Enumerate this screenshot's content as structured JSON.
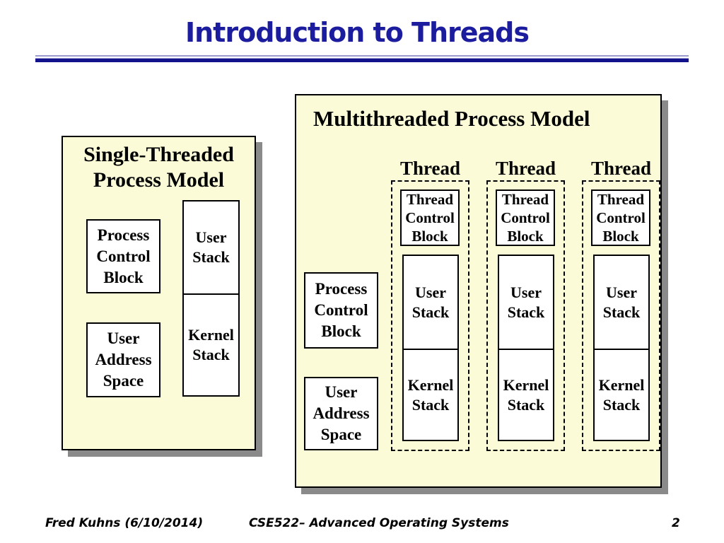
{
  "title": "Introduction to Threads",
  "colors": {
    "title_navy": "#1c1c9e",
    "rule_light": "#9a9ace",
    "rule_dark": "#12128c",
    "panel_fill": "#fbfbd8",
    "panel_border": "#000000",
    "shadow_gray": "#8a8a8a",
    "box_fill": "#ffffff",
    "ink": "#000000"
  },
  "single_threaded": {
    "title": "Single-Threaded Process Model",
    "process_control_block": "Process Control Block",
    "user_address_space": "User Address Space",
    "user_stack": "User Stack",
    "kernel_stack": "Kernel Stack"
  },
  "multithreaded": {
    "title": "Multithreaded Process Model",
    "process_control_block": "Process Control Block",
    "user_address_space": "User Address Space",
    "threads": [
      {
        "header": "Thread",
        "control_block": "Thread Control Block",
        "user_stack": "User Stack",
        "kernel_stack": "Kernel Stack"
      },
      {
        "header": "Thread",
        "control_block": "Thread Control Block",
        "user_stack": "User Stack",
        "kernel_stack": "Kernel Stack"
      },
      {
        "header": "Thread",
        "control_block": "Thread Control Block",
        "user_stack": "User Stack",
        "kernel_stack": "Kernel Stack"
      }
    ]
  },
  "footer": {
    "author": "Fred Kuhns (6/10/2014)",
    "course": "CSE522– Advanced Operating Systems",
    "page_number": "2"
  }
}
